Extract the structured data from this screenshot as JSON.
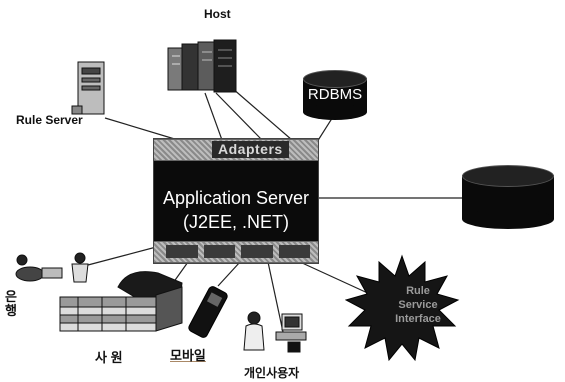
{
  "nodes": {
    "host": "Host",
    "rule_server": "Rule Server",
    "rdbms": "RDBMS",
    "bank": "은 행",
    "employee": "사 원",
    "mobile": "모바일",
    "personal_user": "개인사용자"
  },
  "server": {
    "adapters": "Adapters",
    "title": "Application Server",
    "subtitle": "(J2EE, .NET)"
  },
  "starburst": {
    "line1": "Rule",
    "line2": "Service",
    "line3": "Interface"
  },
  "colors": {
    "server_fill": "#0b0b0b",
    "band_fill": "#a8a8a8",
    "cylinder_fill": "#0a0a0a",
    "starburst_fill": "#151515"
  }
}
